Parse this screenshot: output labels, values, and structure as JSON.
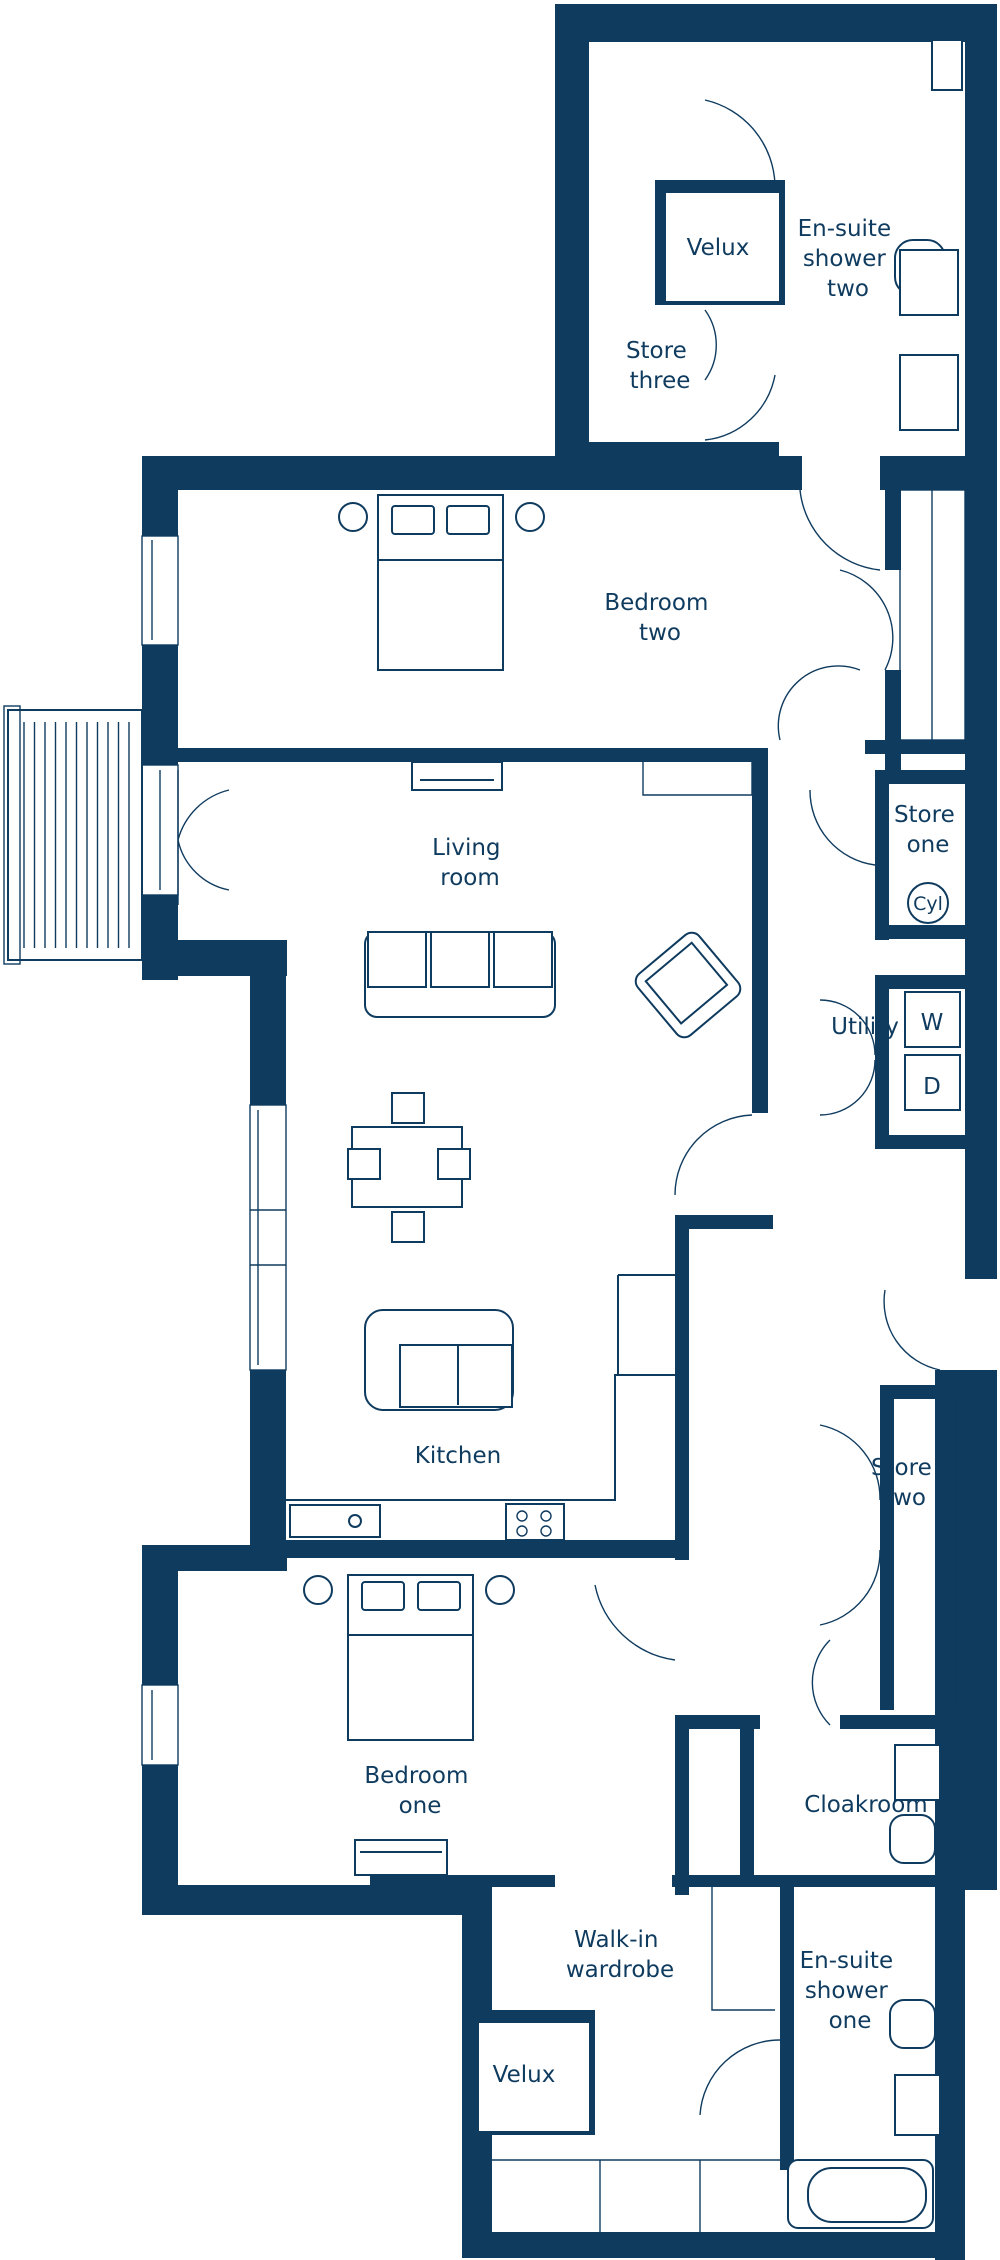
{
  "rooms": {
    "ensuite_two": [
      "En-suite",
      "shower",
      "two"
    ],
    "velux_top": "Velux",
    "store_three": [
      "Store",
      "three"
    ],
    "bedroom_two": [
      "Bedroom",
      "two"
    ],
    "store_one": [
      "Store",
      "one"
    ],
    "cylinder": "Cyl",
    "living_room": [
      "Living",
      "room"
    ],
    "utility": "Utility",
    "washer": "W",
    "dryer": "D",
    "kitchen": "Kitchen",
    "store_two": [
      "Store",
      "two"
    ],
    "bedroom_one": [
      "Bedroom",
      "one"
    ],
    "cloakroom": "Cloakroom",
    "walkin_wardrobe": [
      "Walk-in",
      "wardrobe"
    ],
    "ensuite_one": [
      "En-suite",
      "shower",
      "one"
    ],
    "velux_bottom": "Velux"
  },
  "colors": {
    "wall": "#0f3b5f",
    "background": "#ffffff"
  }
}
